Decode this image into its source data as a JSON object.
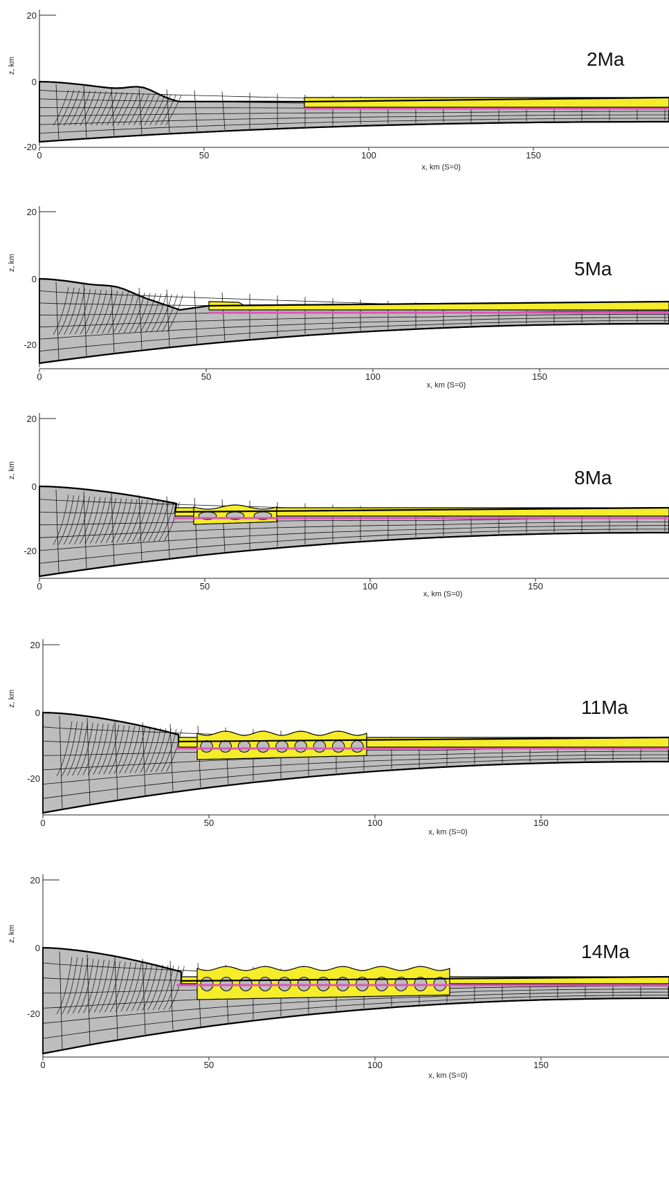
{
  "panels": [
    {
      "time_label": "2Ma",
      "z_axis_label": "z, km",
      "x_axis_label": "x, km (S=0)",
      "z_ticks": [
        "20",
        "0",
        "-20"
      ],
      "x_ticks": [
        "0",
        "50",
        "100",
        "150"
      ]
    },
    {
      "time_label": "5Ma",
      "z_axis_label": "z, km",
      "x_axis_label": "x, km (S=0)",
      "z_ticks": [
        "20",
        "0",
        "-20"
      ],
      "x_ticks": [
        "0",
        "50",
        "100",
        "150"
      ]
    },
    {
      "time_label": "8Ma",
      "z_axis_label": "z, km",
      "x_axis_label": "x, km (S=0)",
      "z_ticks": [
        "20",
        "0",
        "-20"
      ],
      "x_ticks": [
        "0",
        "50",
        "100",
        "150"
      ]
    },
    {
      "time_label": "11Ma",
      "z_axis_label": "z, km",
      "x_axis_label": "x, km (S=0)",
      "z_ticks": [
        "20",
        "0",
        "-20"
      ],
      "x_ticks": [
        "0",
        "50",
        "100",
        "150"
      ]
    },
    {
      "time_label": "14Ma",
      "z_axis_label": "z, km",
      "x_axis_label": "x, km (S=0)",
      "z_ticks": [
        "20",
        "0",
        "-20"
      ],
      "x_ticks": [
        "0",
        "50",
        "100",
        "150"
      ]
    }
  ],
  "colors": {
    "rock": "#bdbdbd",
    "salt": "#f5ec2a",
    "pink_layer": "#e055b8",
    "outline": "#000000"
  }
}
